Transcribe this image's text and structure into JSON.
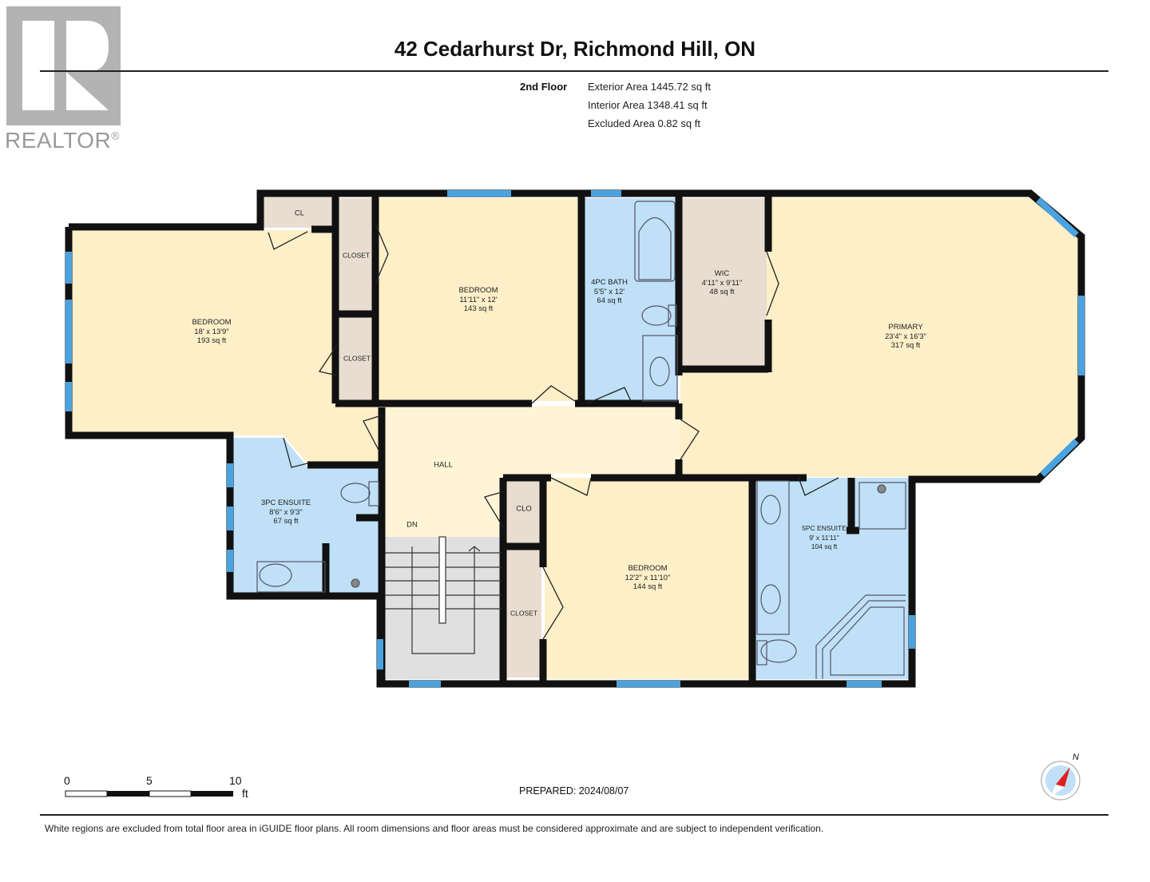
{
  "logo": {
    "brand": "REALTOR",
    "mark": "®",
    "icon": "realtor-r-logo"
  },
  "header": {
    "title": "42 Cedarhurst Dr, Richmond Hill, ON",
    "floor": "2nd Floor",
    "areas": [
      "Exterior Area 1445.72 sq ft",
      "Interior Area 1348.41 sq ft",
      "Excluded Area 0.82 sq ft"
    ]
  },
  "rooms": [
    {
      "name": "BEDROOM",
      "dims": "18' x 13'9\"",
      "area": "193 sq ft"
    },
    {
      "name": "BEDROOM",
      "dims": "11'11\" x 12'",
      "area": "143 sq ft"
    },
    {
      "name": "4PC BATH",
      "dims": "5'5\" x 12'",
      "area": "64 sq ft"
    },
    {
      "name": "WIC",
      "dims": "4'11\" x 9'11\"",
      "area": "48 sq ft"
    },
    {
      "name": "PRIMARY",
      "dims": "23'4\" x 16'3\"",
      "area": "317 sq ft"
    },
    {
      "name": "3PC ENSUITE",
      "dims": "8'6\" x 9'3\"",
      "area": "67 sq ft"
    },
    {
      "name": "BEDROOM",
      "dims": "12'2\" x 11'10\"",
      "area": "144 sq ft"
    },
    {
      "name": "5PC ENSUITE",
      "dims": "9' x 11'11\"",
      "area": "104 sq ft"
    }
  ],
  "spaces": {
    "cl": "CL",
    "closet_upper": "CLOSET",
    "closet_lower": "CLOSET",
    "hall": "HALL",
    "dn": "DN",
    "clo": "CLO",
    "closet_bottom": "CLOSET"
  },
  "scale": {
    "ticks": [
      "0",
      "5",
      "10"
    ],
    "unit": "ft"
  },
  "prepared": "PREPARED: 2024/08/07",
  "compass": {
    "label": "N"
  },
  "disclaimer": "White regions are excluded from total floor area in iGUIDE floor plans. All room dimensions and floor areas must be considered approximate and are subject to independent verification.",
  "colors": {
    "bedroom_fill": "#fdefc8",
    "bath_fill": "#bfe0f7",
    "closet_fill": "#e8ddd0",
    "stair_fill": "#e0e0e0",
    "wall": "#111111",
    "window": "#4aa3df"
  }
}
